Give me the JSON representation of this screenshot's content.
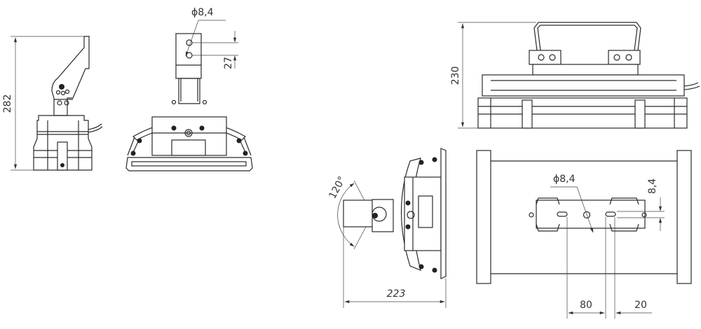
{
  "drawing": {
    "views": [
      "side-view",
      "front-view",
      "top-view",
      "rotated-side-view",
      "plan-view"
    ],
    "dimensions": {
      "side_height": "282",
      "front_hole_diameter": "ϕ8,4",
      "front_hole_spacing": "27",
      "top_height": "230",
      "rotation_angle": "120°",
      "rotated_width": "223",
      "plan_hole_diameter": "ϕ8,4",
      "plan_slot_width": "8,4",
      "plan_spacing_80": "80",
      "plan_spacing_20": "20"
    },
    "line_color": "#2a2a2a"
  }
}
